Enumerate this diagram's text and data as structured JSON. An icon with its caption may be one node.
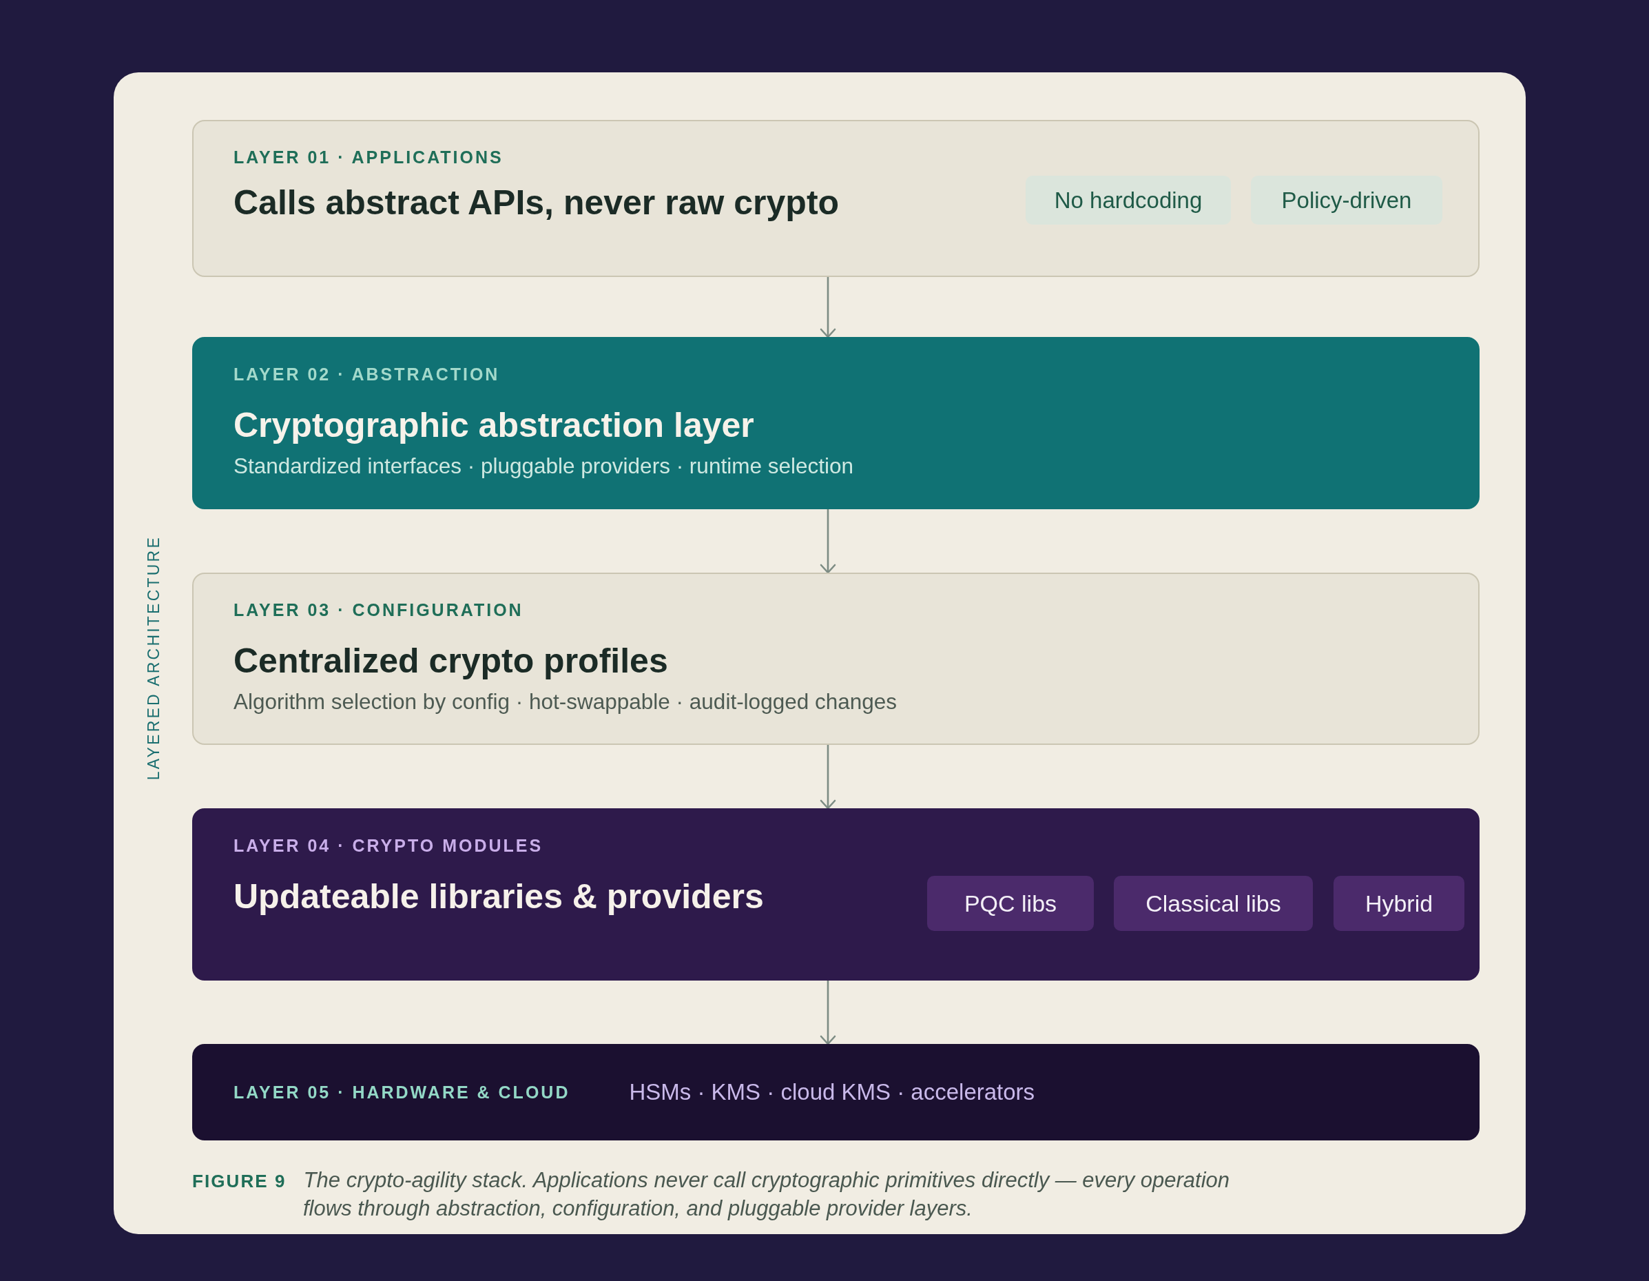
{
  "diagram": {
    "caption": "**FIGURE 9** The crypto-agility stack. Applications never call cryptographic primitives directly — every operation flows through abstraction, configuration, and pluggable provider layers.",
    "nodes": [
      {
        "text": [
          "LAYER 01 · APPLICATIONS",
          "Calls abstract APIs, never raw crypto"
        ]
      },
      {
        "text": [
          "No hardcoding"
        ],
        "in": 0
      },
      {
        "text": [
          "Policy-driven"
        ],
        "in": 0
      },
      {
        "text": [
          "LAYER 02 · ABSTRACTION",
          "Cryptographic abstraction layer",
          "Standardized interfaces · pluggable providers · runtime selection"
        ]
      },
      {
        "text": [
          "LAYER 03 · CONFIGURATION",
          "Centralized crypto profiles",
          "Algorithm selection by config · hot-swappable · audit-logged changes"
        ]
      },
      {
        "text": [
          "LAYER 04 · CRYPTO MODULES",
          "Updateable libraries & providers"
        ]
      },
      {
        "text": [
          "PQC libs"
        ],
        "in": 5
      },
      {
        "text": [
          "Classical libs"
        ],
        "in": 5
      },
      {
        "text": [
          "Hybrid"
        ],
        "in": 5
      },
      {
        "text": [
          "LAYER 05 · HARDWARE & CLOUD",
          "HSMs · KMS · cloud KMS · accelerators"
        ]
      }
    ],
    "edges": [
      {
        "from": 0,
        "to": 3,
        "arrow": "to"
      },
      {
        "from": 3,
        "to": 4,
        "arrow": "to"
      },
      {
        "from": 4,
        "to": 5,
        "arrow": "to"
      },
      {
        "from": 5,
        "to": 9,
        "arrow": "to"
      }
    ],
    "labels": [
      "LAYERED ARCHITECTURE"
    ]
  }
}
